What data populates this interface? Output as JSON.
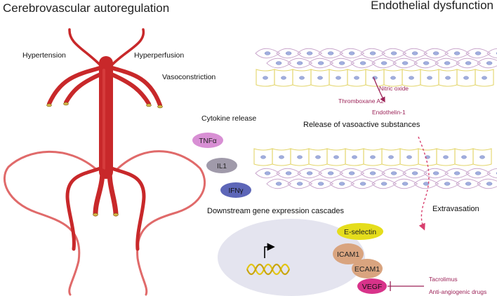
{
  "titles": {
    "left": "Cerebrovascular autoregulation",
    "right": "Endothelial dysfunction"
  },
  "vessel_labels": {
    "hypertension": "Hypertension",
    "hyperperfusion": "Hyperperfusion",
    "vasoconstriction": "Vasoconstriction"
  },
  "cytokines": {
    "heading": "Cytokine release",
    "items": [
      "TNFα",
      "IL1",
      "IFNγ"
    ]
  },
  "vasoactive": {
    "nitric_oxide": "Nitric oxide",
    "thromboxane": "Thromboxane A2",
    "endothelin": "Endothelin-1",
    "caption": "Release of vasoactive substances"
  },
  "extravasation": "Extravasation",
  "gene_cascade": {
    "heading": "Downstream gene expression cascades",
    "molecules": [
      "E-selectin",
      "ICAM1",
      "ECAM1",
      "VEGF"
    ]
  },
  "inhibitors": [
    "Tacrolimus",
    "Anti-angiogenic drugs"
  ],
  "colors": {
    "vessel": "#c8282a",
    "vessel_light": "#e06a6a",
    "tnf": "#d88fd4",
    "il1": "#a09aaa",
    "ifn": "#5d66b8",
    "eselectin": "#e5dd1c",
    "icam": "#d9a47f",
    "vegf": "#d8338a",
    "dna": "#e2c514",
    "accent_text": "#9c2358",
    "yellow_cells": "#e3d56a",
    "pink_cells": "#c9a6cc",
    "nucleus": "#a0aede",
    "cell_bubble": "#e4e4ef"
  }
}
